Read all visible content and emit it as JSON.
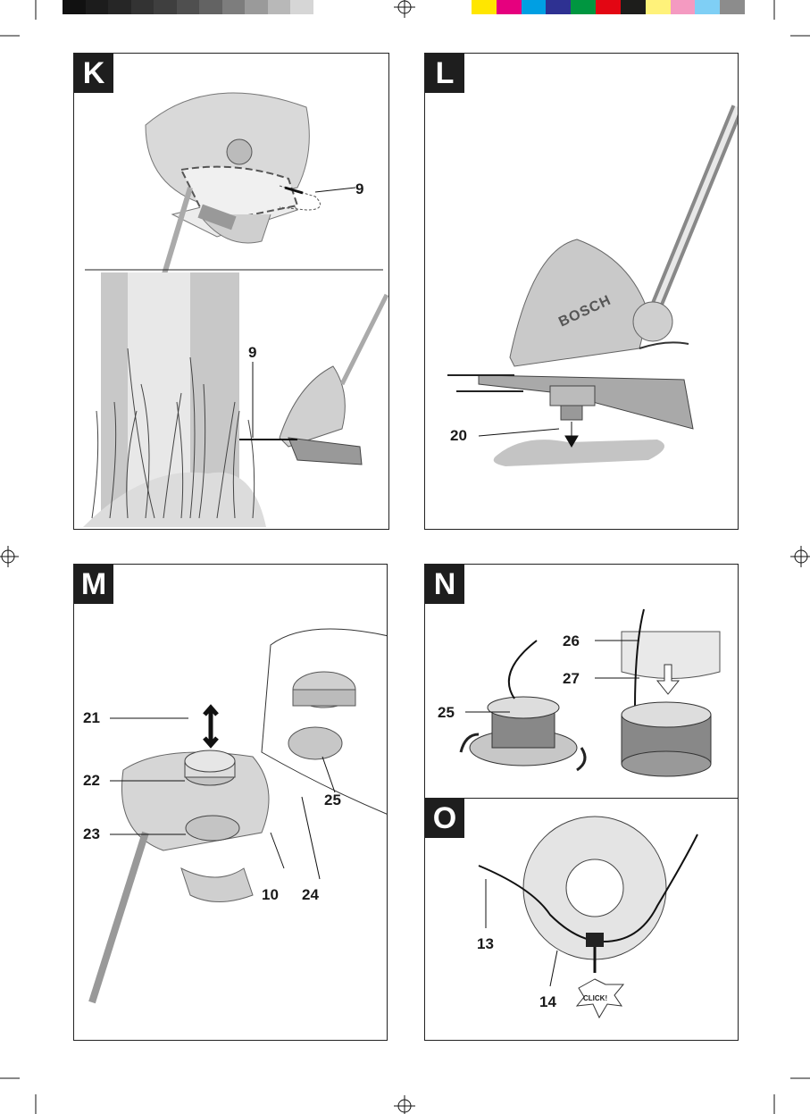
{
  "color_bar": {
    "grays": [
      "#111111",
      "#1c1c1c",
      "#262626",
      "#333333",
      "#3f3f3f",
      "#4f4f4f",
      "#636363",
      "#7d7d7d",
      "#9a9a9a",
      "#b8b8b8",
      "#d6d6d6",
      "#ffffff"
    ],
    "process": [
      "#ffe600",
      "#e6007e",
      "#009fe3",
      "#2e3192",
      "#009640",
      "#e30613",
      "#1d1d1b",
      "#fff27a",
      "#f49ac1",
      "#7fcff5",
      "#8c8c8c"
    ]
  },
  "panels": {
    "k": {
      "letter": "K",
      "callouts": [
        "9",
        "9"
      ]
    },
    "l": {
      "letter": "L",
      "callouts": [
        "20"
      ],
      "brand": "BOSCH"
    },
    "m": {
      "letter": "M",
      "callouts": [
        "21",
        "22",
        "23",
        "10",
        "24",
        "25"
      ]
    },
    "n": {
      "letter": "N",
      "callouts": [
        "26",
        "27",
        "25"
      ]
    },
    "o": {
      "letter": "O",
      "callouts": [
        "13",
        "14"
      ],
      "click": "CLICK!"
    }
  }
}
